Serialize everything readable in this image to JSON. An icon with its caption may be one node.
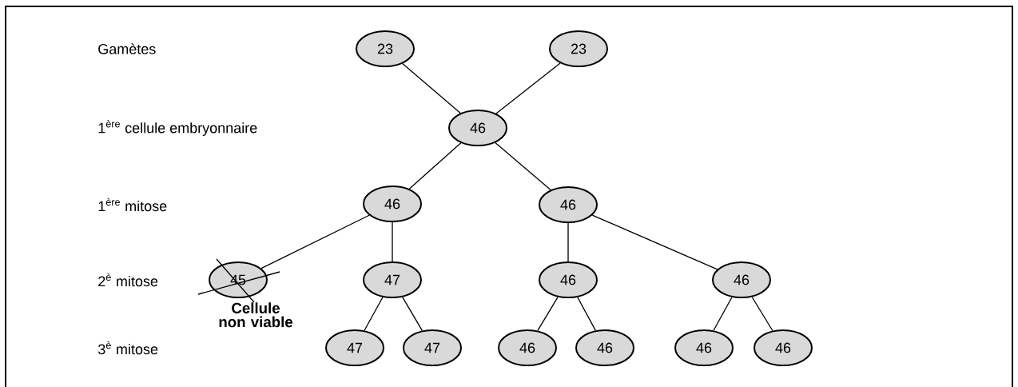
{
  "diagram": {
    "nodes": [
      {
        "text": [
          "23"
        ]
      },
      {
        "text": [
          "23"
        ]
      },
      {
        "text": [
          "46"
        ]
      },
      {
        "text": [
          "46"
        ]
      },
      {
        "text": [
          "46"
        ]
      },
      {
        "text": [
          "45"
        ],
        "beside": [
          "Cellule non viable"
        ]
      },
      {
        "text": [
          "47"
        ]
      },
      {
        "text": [
          "46"
        ]
      },
      {
        "text": [
          "46"
        ]
      },
      {
        "text": [
          "47"
        ]
      },
      {
        "text": [
          "47"
        ]
      },
      {
        "text": [
          "46"
        ]
      },
      {
        "text": [
          "46"
        ]
      },
      {
        "text": [
          "46"
        ]
      },
      {
        "text": [
          "46"
        ]
      }
    ],
    "edges": [
      {
        "from": 0,
        "to": 2,
        "arrow": "none"
      },
      {
        "from": 1,
        "to": 2,
        "arrow": "none"
      },
      {
        "from": 2,
        "to": 3,
        "arrow": "none"
      },
      {
        "from": 2,
        "to": 4,
        "arrow": "none"
      },
      {
        "from": 3,
        "to": 5,
        "arrow": "none"
      },
      {
        "from": 3,
        "to": 6,
        "arrow": "none"
      },
      {
        "from": 4,
        "to": 7,
        "arrow": "none"
      },
      {
        "from": 4,
        "to": 8,
        "arrow": "none"
      },
      {
        "from": 6,
        "to": 9,
        "arrow": "none"
      },
      {
        "from": 6,
        "to": 10,
        "arrow": "none"
      },
      {
        "from": 7,
        "to": 11,
        "arrow": "none"
      },
      {
        "from": 7,
        "to": 12,
        "arrow": "none"
      },
      {
        "from": 8,
        "to": 13,
        "arrow": "none"
      },
      {
        "from": 8,
        "to": 14,
        "arrow": "none"
      }
    ],
    "labels": [
      "Gamètes",
      "1$^{ère}$ cellule embryonnaire",
      "1$^{ère}$ mitose",
      "2$^{è}$ mitose",
      "3$^{è}$ mitose"
    ]
  }
}
